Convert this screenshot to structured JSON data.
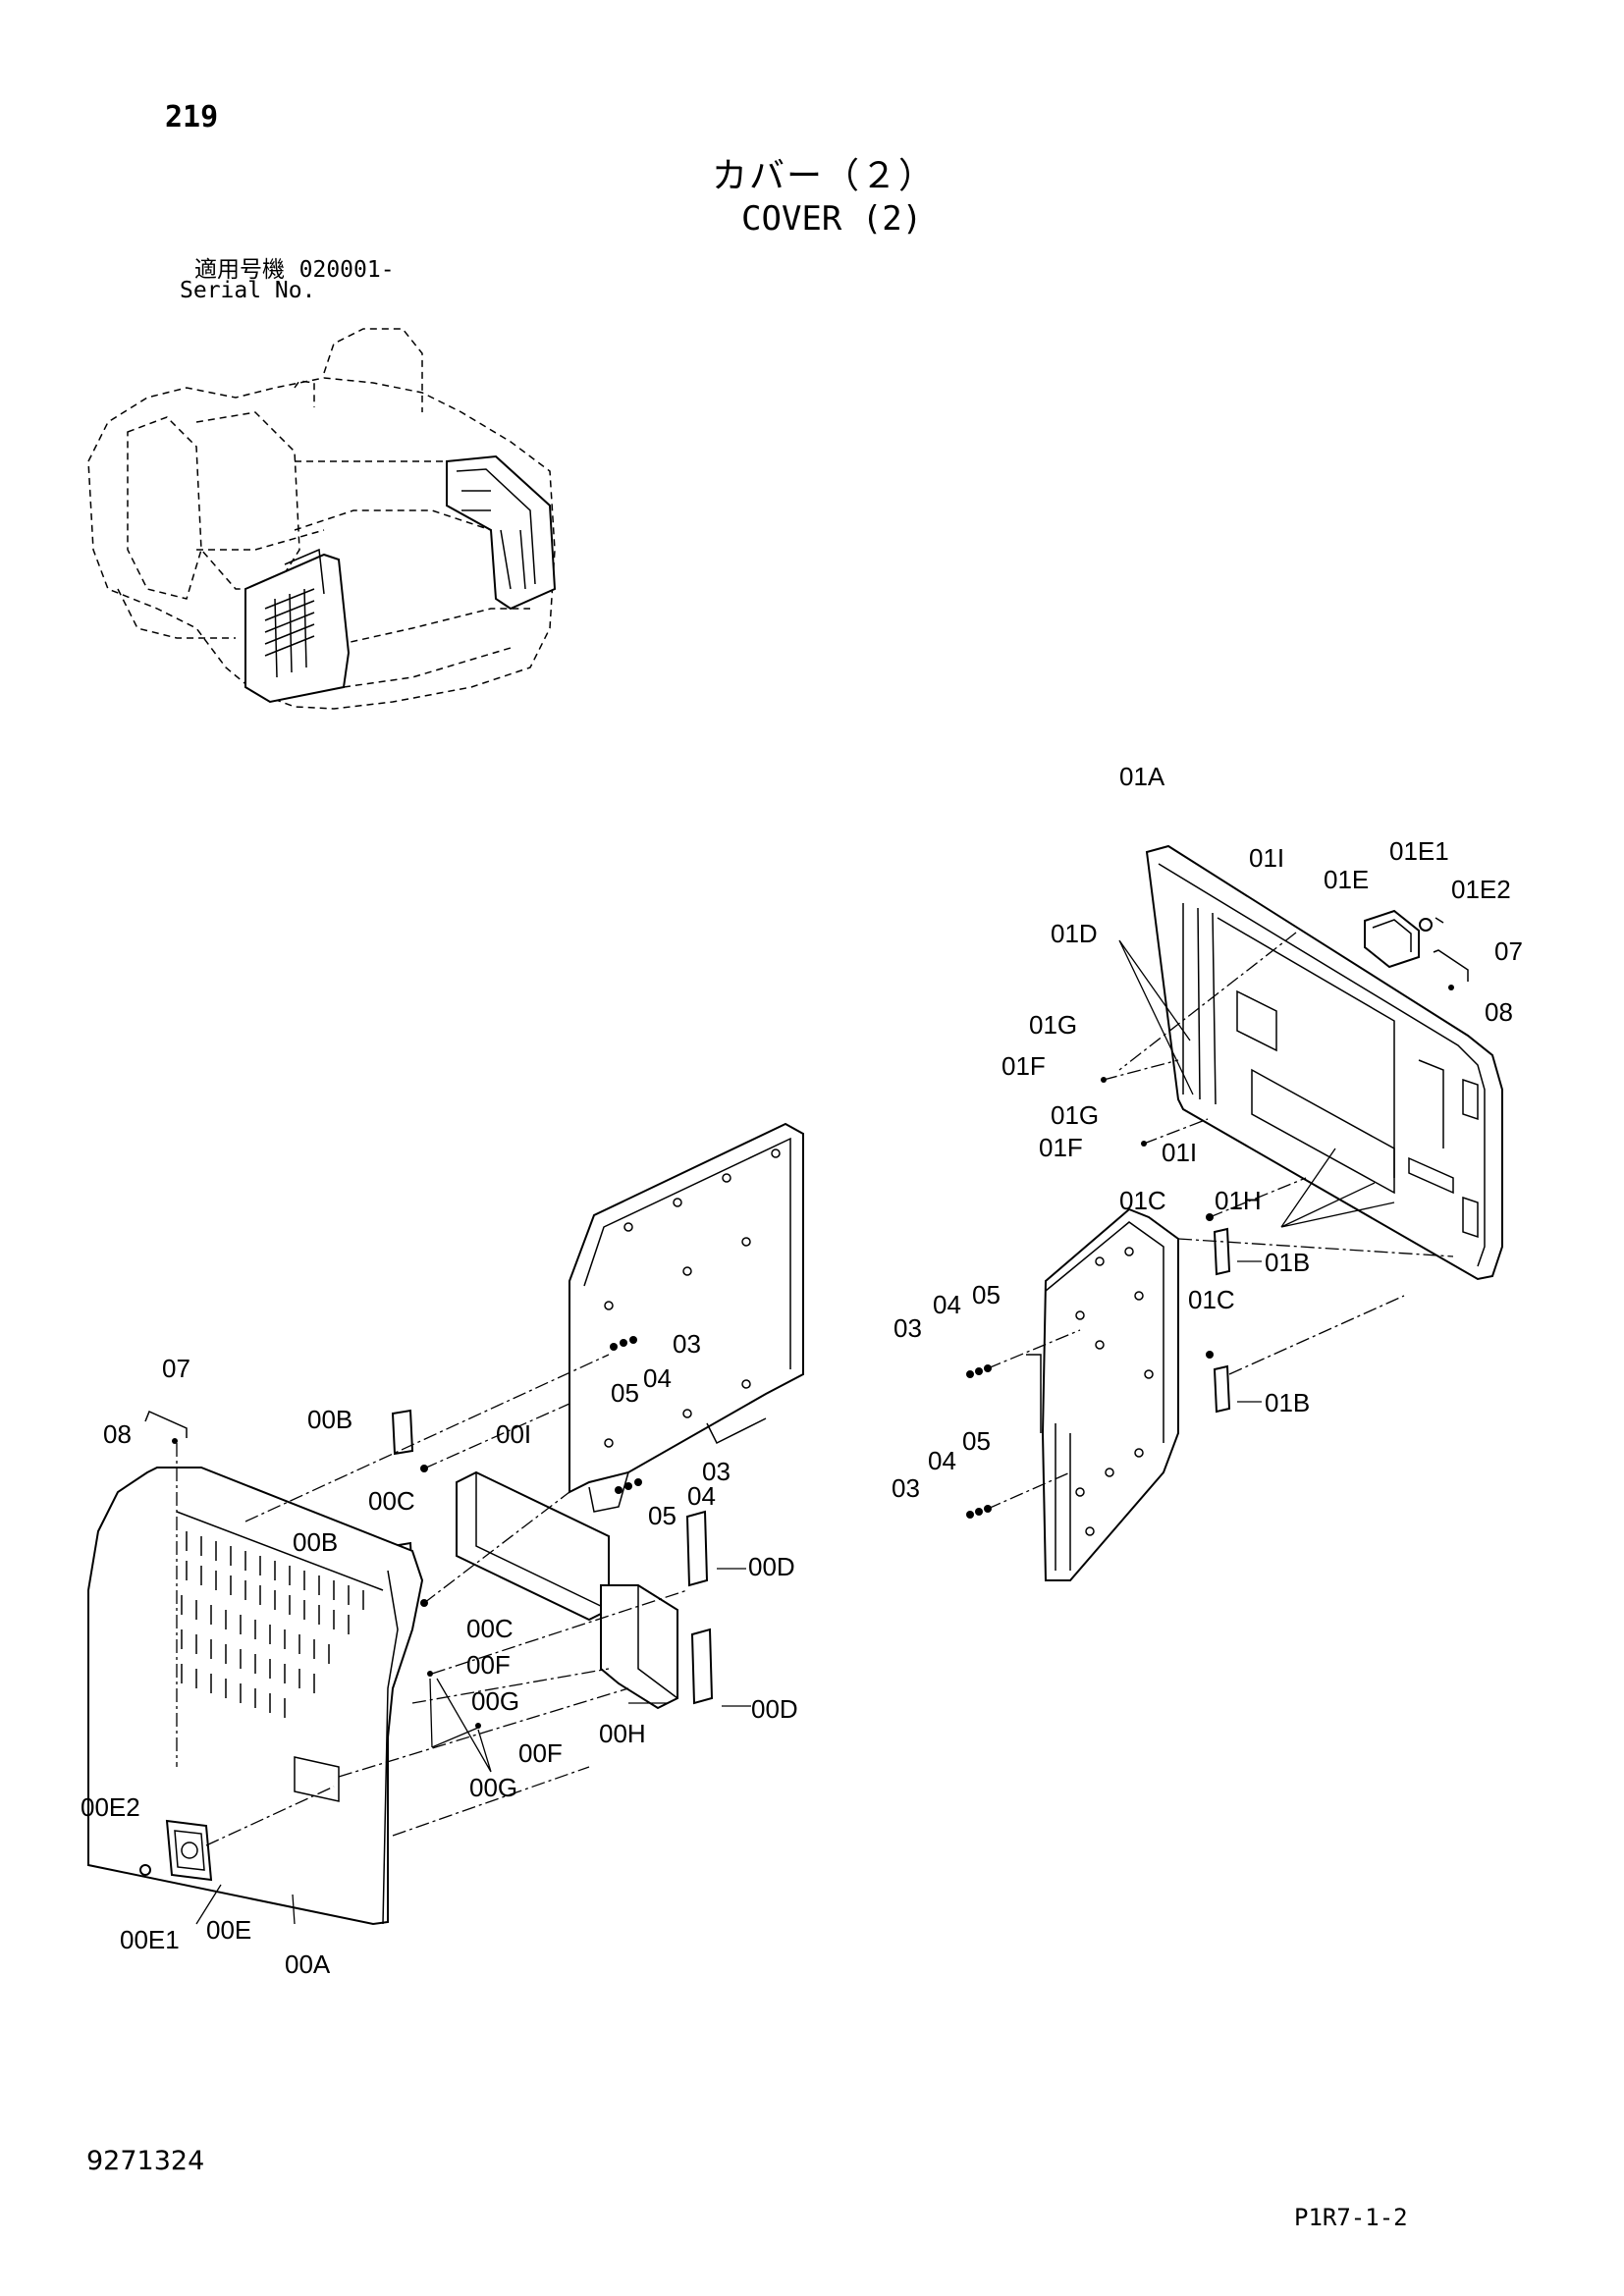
{
  "page_number": "219",
  "title_jp": "カバー（２）",
  "title_en": "COVER (2)",
  "serial_label_jp": "適用号機",
  "serial_value": "020001-",
  "serial_label_en": "Serial No.",
  "doc_number": "9271324",
  "ref_code": "P1R7-1-2",
  "callouts": [
    "01A",
    "01I",
    "01E1",
    "01E",
    "01E2",
    "01D",
    "07",
    "08",
    "01G",
    "01F",
    "01G",
    "01F",
    "01I",
    "01C",
    "01H",
    "01B",
    "03",
    "04",
    "05",
    "01C",
    "01B",
    "04",
    "05",
    "03",
    "07",
    "08",
    "00B",
    "00C",
    "00I",
    "03",
    "05",
    "04",
    "03",
    "04",
    "05",
    "00B",
    "00D",
    "00C",
    "00F",
    "00G",
    "00H",
    "00D",
    "00F",
    "00G",
    "00E2",
    "00E1",
    "00E",
    "00A"
  ]
}
